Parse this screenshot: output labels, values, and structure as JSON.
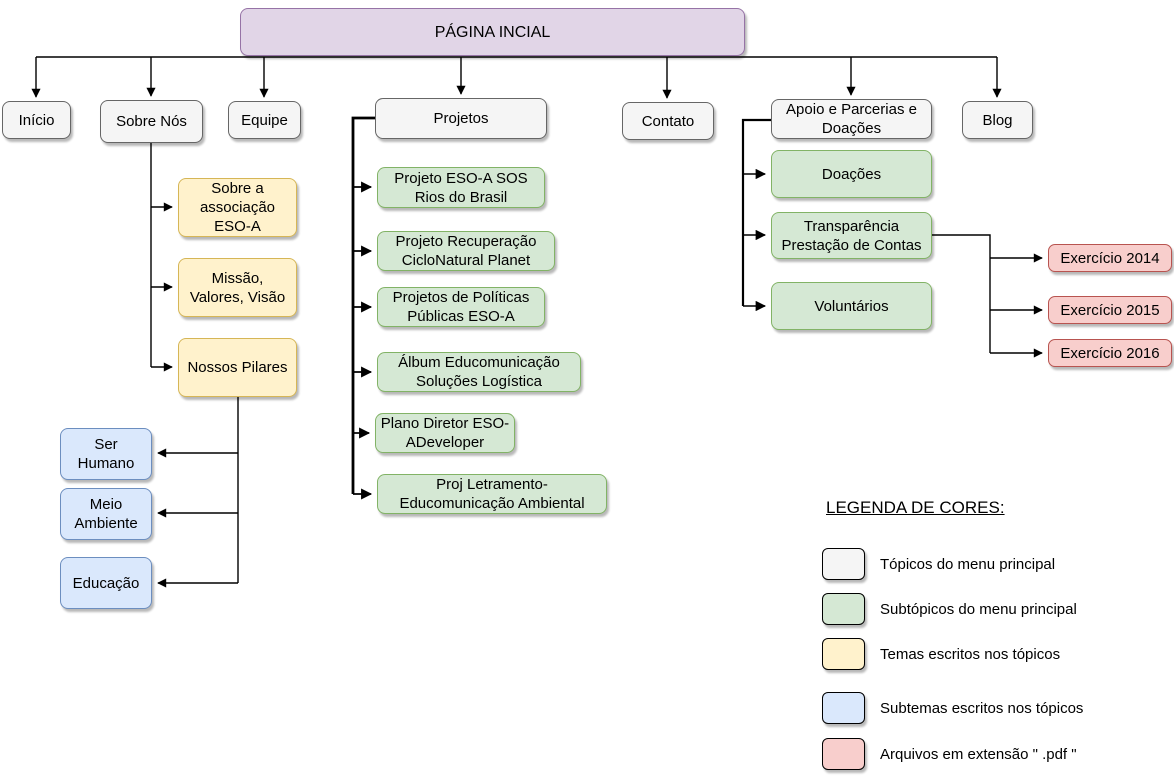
{
  "palette": {
    "main_topic_fill": "#F5F5F5",
    "main_topic_border": "#666666",
    "subtopic_fill": "#D5E8D4",
    "subtopic_border": "#82B366",
    "theme_fill": "#FFF2CC",
    "theme_border": "#D6B656",
    "subtheme_fill": "#DAE8FC",
    "subtheme_border": "#6C8EBF",
    "pdf_fill": "#F8CECC",
    "pdf_border": "#B85450",
    "root_fill": "#E1D5E7",
    "root_border": "#9673A6"
  },
  "sitemap": {
    "root": "PÁGINA INCIAL",
    "menu": {
      "inicio": "Início",
      "sobre_nos": "Sobre Nós",
      "equipe": "Equipe",
      "projetos": "Projetos",
      "contato": "Contato",
      "apoio": "Apoio e Parcerias e Doações",
      "blog": "Blog"
    },
    "sobre_nos_topics": [
      "Sobre a associação ESO-A",
      "Missão, Valores, Visão",
      "Nossos Pilares"
    ],
    "pilares_subtopics": [
      "Ser Humano",
      "Meio Ambiente",
      "Educação"
    ],
    "projetos_subtopics": [
      "Projeto ESO-A SOS Rios do Brasil",
      "Projeto Recuperação CicloNatural Planet",
      "Projetos de Políticas Públicas ESO-A",
      "Álbum Educomunicação Soluções Logística",
      "Plano Diretor ESO-ADeveloper",
      "Proj Letramento- Educomunicação Ambiental"
    ],
    "apoio_subtopics": [
      "Doações",
      "Transparência Prestação de Contas",
      "Voluntários"
    ],
    "transparencia_files": [
      "Exercício 2014",
      "Exercício 2015",
      "Exercício 2016"
    ]
  },
  "legend": {
    "title": "LEGENDA DE CORES:",
    "items": [
      {
        "swatch": "gray",
        "label": "Tópicos do menu principal"
      },
      {
        "swatch": "green",
        "label": "Subtópicos do menu principal"
      },
      {
        "swatch": "yellow",
        "label": "Temas escritos nos tópicos"
      },
      {
        "swatch": "blue",
        "label": "Subtemas escritos nos tópicos"
      },
      {
        "swatch": "red",
        "label": "Arquivos em extensão \" .pdf \""
      }
    ]
  }
}
